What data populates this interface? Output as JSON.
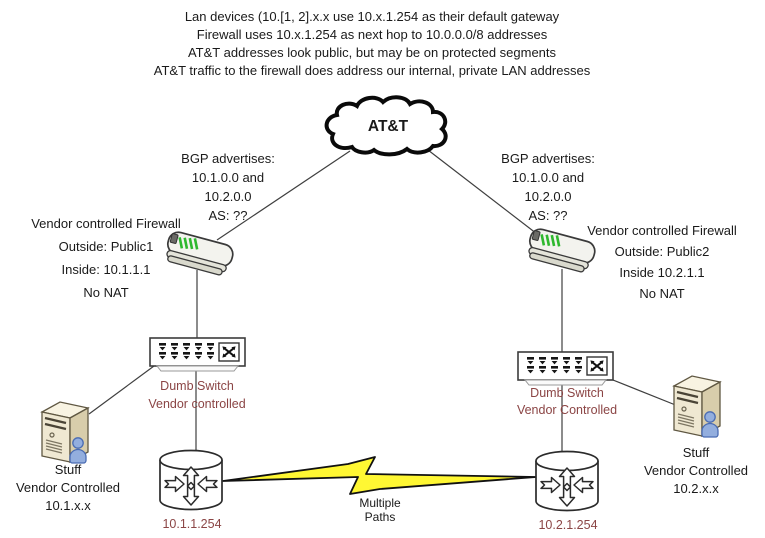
{
  "colors": {
    "label_maroon": "#8B4545",
    "bolt_yellow": "#FFF733",
    "led_green": "#2EB82E",
    "line_gray": "#3F3F3F"
  },
  "notes": {
    "lines": [
      "Lan devices (10.[1, 2].x.x use 10.x.1.254 as their default gateway",
      "Firewall uses 10.x.1.254 as next hop to 10.0.0.0/8 addresses",
      "AT&T addresses look public, but may be on protected segments",
      "AT&T traffic to the firewall does address our internal, private LAN addresses"
    ]
  },
  "cloud": {
    "label": "AT&T"
  },
  "bgp_left": {
    "lines": [
      "BGP advertises:",
      "10.1.0.0 and",
      "10.2.0.0",
      "AS: ??"
    ]
  },
  "bgp_right": {
    "lines": [
      "BGP advertises:",
      "10.1.0.0 and",
      "10.2.0.0",
      "AS: ??"
    ]
  },
  "firewall_left": {
    "lines": [
      "Vendor controlled Firewall",
      "Outside: Public1",
      "Inside: 10.1.1.1",
      "No NAT"
    ]
  },
  "firewall_right": {
    "lines": [
      "Vendor controlled Firewall",
      "Outside: Public2",
      "Inside 10.2.1.1",
      "No NAT"
    ]
  },
  "switch_left": {
    "lines": [
      "Dumb Switch",
      "Vendor controlled"
    ]
  },
  "switch_right": {
    "lines": [
      "Dumb Switch",
      "Vendor Controlled"
    ]
  },
  "server_left": {
    "lines": [
      "Stuff",
      "Vendor Controlled",
      "10.1.x.x"
    ]
  },
  "server_right": {
    "lines": [
      "Stuff",
      "Vendor Controlled",
      "10.2.x.x"
    ]
  },
  "router_left": {
    "label": "10.1.1.254"
  },
  "router_right": {
    "label": "10.2.1.254"
  },
  "link": {
    "lines": [
      "Multiple",
      "Paths"
    ]
  }
}
